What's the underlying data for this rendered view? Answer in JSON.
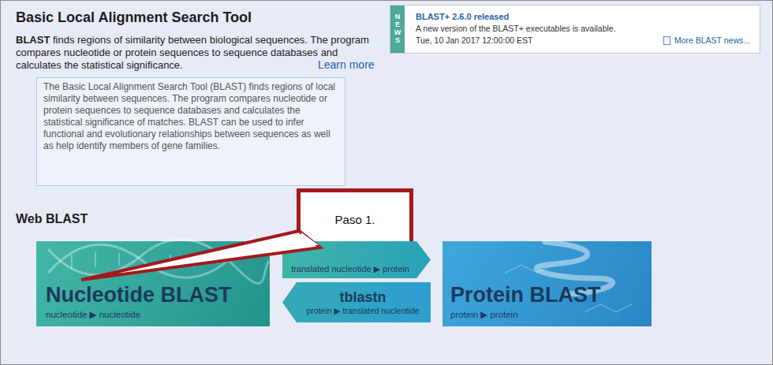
{
  "diagram": {
    "title": "Basic Local Alignment Search Tool",
    "nodes": [
      {
        "text": [
          "The Basic Local Alignment Search Tool (BLAST) finds regions of local similarity between sequences. The program compares nucleotide or protein sequences to sequence databases and calculates the statistical significance of matches. BLAST can be used to infer functional and evolutionary relationships between sequences as well as help identify members of gene families."
        ]
      },
      {
        "text": [
          "NEWS",
          "BLAST+ 2.6.0 released",
          "A new version of the BLAST+ executables is available.",
          "Tue, 10 Jan 2017 12:00:00 EST",
          "More BLAST news..."
        ]
      },
      {
        "text": [
          "Paso 1."
        ]
      },
      {
        "text": [
          "Nucleotide BLAST",
          "nucleotide ▶ nucleotide"
        ]
      },
      {
        "text": [
          "translated nucleotide ▶ protein"
        ]
      },
      {
        "text": [
          "tblastn",
          "protein ▶ translated nucleotide"
        ]
      },
      {
        "text": [
          "Protein BLAST",
          "protein ▶ protein"
        ]
      }
    ],
    "edges": [
      {
        "from": 2,
        "to": 3,
        "arrow": "none"
      }
    ],
    "labels": [
      "BLAST",
      "finds regions of similarity between biological sequences. The program compares nucleotide or protein sequences to sequence databases and calculates the statistical significance.",
      "Learn more",
      "Web BLAST"
    ]
  }
}
